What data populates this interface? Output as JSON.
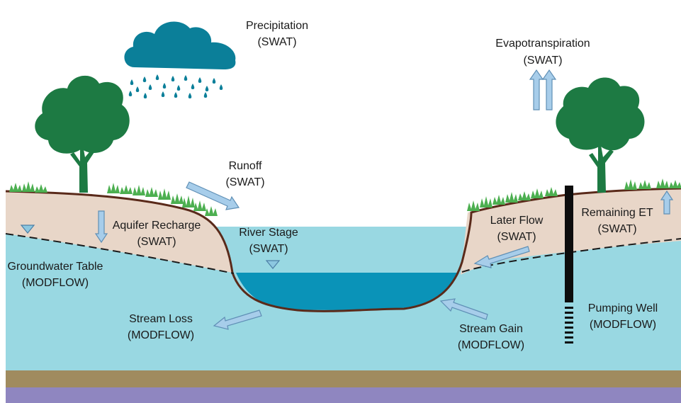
{
  "colors": {
    "groundwater": "#99d8e2",
    "river": "#0a93b8",
    "soil": "#e8d6c8",
    "bank_line": "#5a2a1a",
    "grass": "#4caf50",
    "tree": "#1d7a43",
    "trunk": "#1d7a43",
    "cloud": "#0b7f99",
    "rain": "#0b7f99",
    "arrow_fill": "#a7cdea",
    "arrow_stroke": "#5f8fb5",
    "bedrock": "#a08b5f",
    "base": "#8f86c0",
    "well": "#0d0d0d"
  },
  "icons": {
    "cloud": "cloud-icon",
    "water_table_marker": "inverted-triangle-icon",
    "tree": "tree-icon",
    "well": "pumping-well-icon"
  },
  "labels": {
    "precipitation": {
      "name": "Precipitation",
      "model": "(SWAT)"
    },
    "evapotranspiration": {
      "name": "Evapotranspiration",
      "model": "(SWAT)"
    },
    "runoff": {
      "name": "Runoff",
      "model": "(SWAT)"
    },
    "aquifer_recharge": {
      "name": "Aquifer Recharge",
      "model": "(SWAT)"
    },
    "river_stage": {
      "name": "River Stage",
      "model": "(SWAT)"
    },
    "later_flow": {
      "name": "Later Flow",
      "model": "(SWAT)"
    },
    "remaining_et": {
      "name": "Remaining ET",
      "model": "(SWAT)"
    },
    "groundwater_table": {
      "name": "Groundwater Table",
      "model": "(MODFLOW)"
    },
    "stream_loss": {
      "name": "Stream Loss",
      "model": "(MODFLOW)"
    },
    "stream_gain": {
      "name": "Stream Gain",
      "model": "(MODFLOW)"
    },
    "pumping_well": {
      "name": "Pumping Well",
      "model": "(MODFLOW)"
    }
  }
}
